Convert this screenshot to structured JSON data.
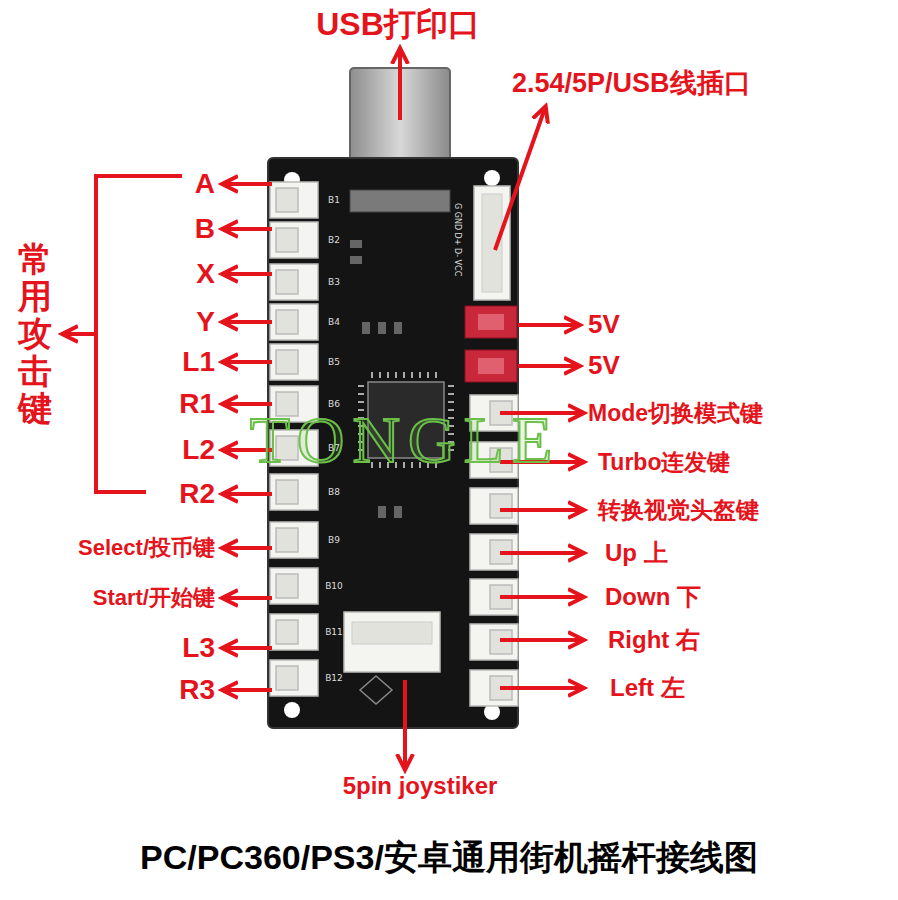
{
  "diagram": {
    "caption": "PC/PC360/PS3/安卓通用街机摇杆接线图",
    "labels": [
      "USB打印口",
      "2.54/5P/USB线插口",
      "A",
      "B",
      "X",
      "Y",
      "L1",
      "R1",
      "L2",
      "R2",
      "Select/投币键",
      "Start/开始键",
      "L3",
      "R3",
      "常用攻击键",
      "5V",
      "5V",
      "Mode切换模式键",
      "Turbo连发键",
      "转换视觉头盔键",
      "Up 上",
      "Down 下",
      "Right 右",
      "Left 左",
      "5pin joystiker",
      "TONGLE",
      "B1",
      "B2",
      "B3",
      "B4",
      "B5",
      "B6",
      "B7",
      "B8",
      "B9",
      "B10",
      "B11",
      "B12",
      "G GND D+ D- VCC"
    ]
  }
}
